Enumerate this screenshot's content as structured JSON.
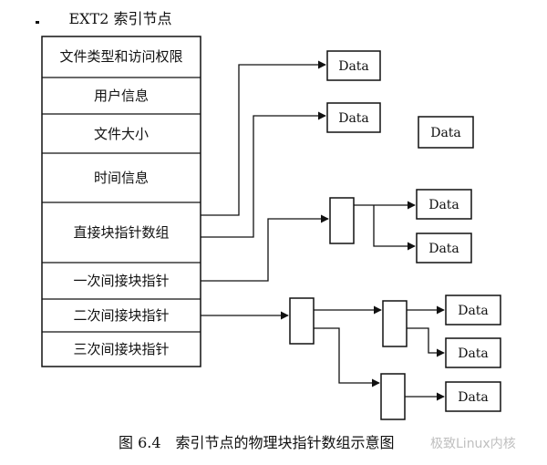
{
  "title": "EXT2 索引节点",
  "inode_fields": [
    "文件类型和访问权限",
    "用户信息",
    "文件大小",
    "时间信息",
    "直接块指针数组",
    "一次间接块指针",
    "二次间接块指针",
    "三次间接块指针"
  ],
  "data_label": "Data",
  "caption": "图 6.4　索引节点的物理块指针数组示意图",
  "watermark": "极致Linux内核"
}
